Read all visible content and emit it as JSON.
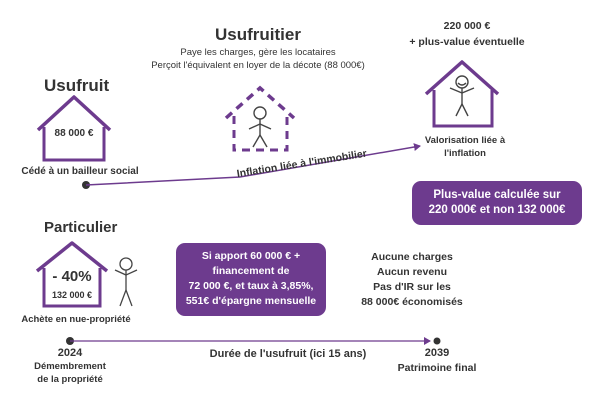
{
  "colors": {
    "purple": "#6d3b8e",
    "text": "#333333",
    "line": "#6d3b8e"
  },
  "usufruit": {
    "title": "Usufruit",
    "value": "88 000 €",
    "caption": "Cédé à un bailleur social"
  },
  "usufruitier": {
    "title": "Usufruitier",
    "line1": "Paye les charges, gère les locataires",
    "line2": "Perçoit l'équivalent en loyer de la décote (88 000€)"
  },
  "final_value": {
    "line1": "220 000 €",
    "line2": "+ plus-value éventuelle",
    "caption_line1": "Valorisation liée à",
    "caption_line2": "l'inflation"
  },
  "inflation_label": "Inflation liée à l'immobilier",
  "plus_value_box": {
    "line1": "Plus-value calculée sur",
    "line2": "220 000€ et non 132 000€"
  },
  "particulier": {
    "title": "Particulier",
    "discount": "- 40%",
    "value": "132 000 €",
    "caption": "Achète en nue-propriété"
  },
  "financing_box": {
    "line1": "Si apport 60 000 € +",
    "line2": "financement de",
    "line3": "72 000 €, et taux à 3,85%,",
    "line4": "551€ d'épargne mensuelle"
  },
  "no_charges": {
    "line1": "Aucune charges",
    "line2": "Aucun revenu",
    "line3": "Pas d'IR sur les",
    "line4": "88 000€ économisés"
  },
  "timeline": {
    "start_year": "2024",
    "start_line1": "Démembrement",
    "start_line2": "de la propriété",
    "duration_label": "Durée de l'usufruit (ici 15 ans)",
    "end_year": "2039",
    "end_label": "Patrimoine final"
  }
}
